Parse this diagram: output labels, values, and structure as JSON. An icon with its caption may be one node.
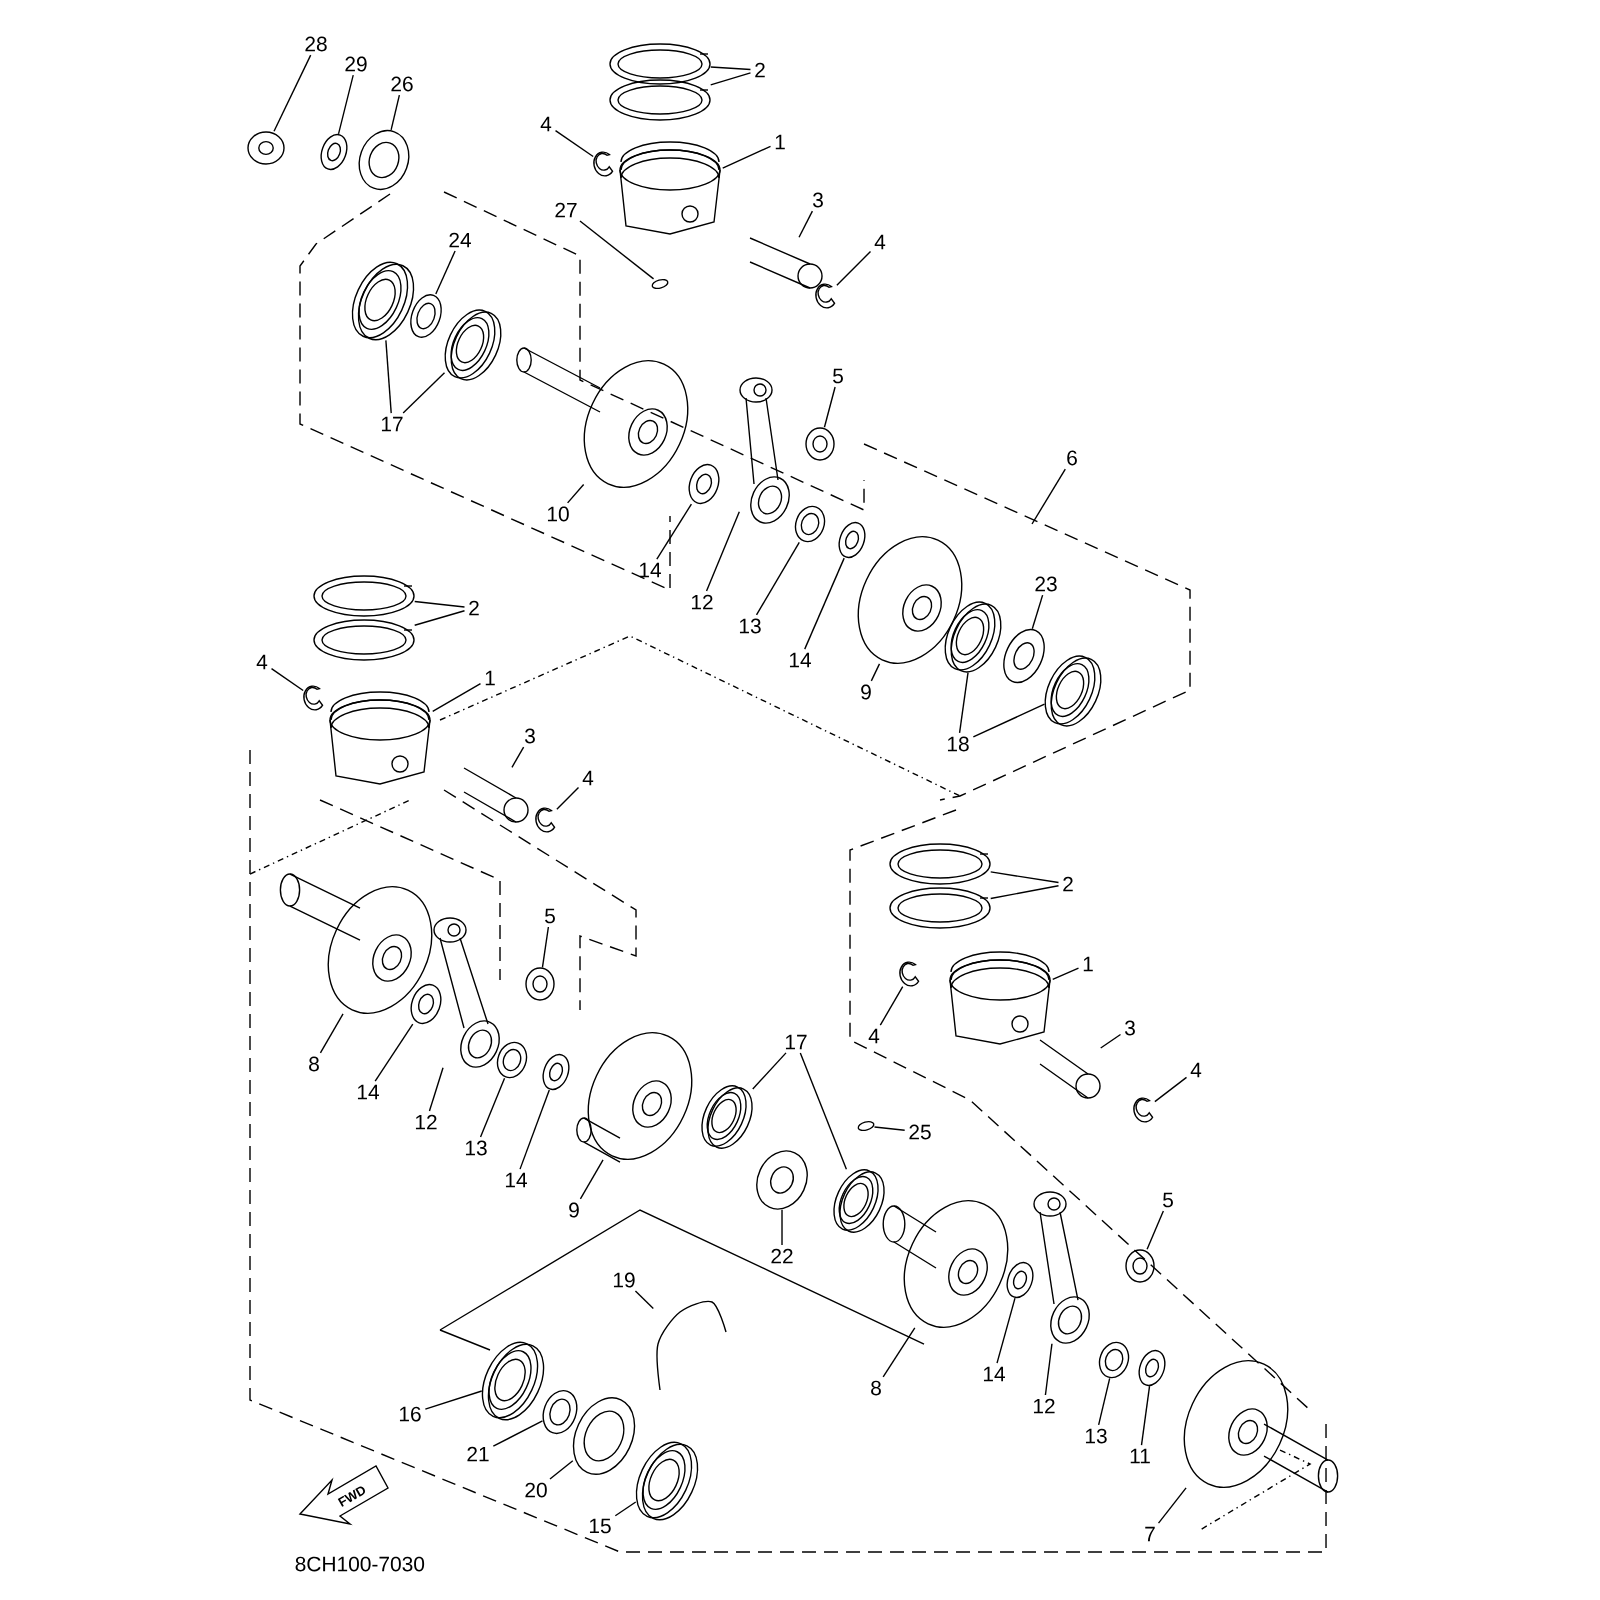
{
  "diagram": {
    "nodes": [
      {
        "text": [
          "28"
        ]
      },
      {
        "text": [
          "29"
        ]
      },
      {
        "text": [
          "26"
        ]
      },
      {
        "text": [
          "2"
        ]
      },
      {
        "text": [
          "4"
        ]
      },
      {
        "text": [
          "1"
        ]
      },
      {
        "text": [
          "3"
        ]
      },
      {
        "text": [
          "4"
        ]
      },
      {
        "text": [
          "27"
        ]
      },
      {
        "text": [
          "24"
        ]
      },
      {
        "text": [
          "17"
        ]
      },
      {
        "text": [
          "5"
        ]
      },
      {
        "text": [
          "10"
        ]
      },
      {
        "text": [
          "14"
        ]
      },
      {
        "text": [
          "12"
        ]
      },
      {
        "text": [
          "13"
        ]
      },
      {
        "text": [
          "14"
        ]
      },
      {
        "text": [
          "6"
        ]
      },
      {
        "text": [
          "9"
        ]
      },
      {
        "text": [
          "23"
        ]
      },
      {
        "text": [
          "18"
        ]
      },
      {
        "text": [
          "2"
        ]
      },
      {
        "text": [
          "4"
        ]
      },
      {
        "text": [
          "1"
        ]
      },
      {
        "text": [
          "3"
        ]
      },
      {
        "text": [
          "4"
        ]
      },
      {
        "text": [
          "5"
        ]
      },
      {
        "text": [
          "8"
        ]
      },
      {
        "text": [
          "14"
        ]
      },
      {
        "text": [
          "12"
        ]
      },
      {
        "text": [
          "13"
        ]
      },
      {
        "text": [
          "14"
        ]
      },
      {
        "text": [
          "9"
        ]
      },
      {
        "text": [
          "17"
        ]
      },
      {
        "text": [
          "25"
        ]
      },
      {
        "text": [
          "22"
        ]
      },
      {
        "text": [
          "2"
        ]
      },
      {
        "text": [
          "4"
        ]
      },
      {
        "text": [
          "1"
        ]
      },
      {
        "text": [
          "3"
        ]
      },
      {
        "text": [
          "4"
        ]
      },
      {
        "text": [
          "5"
        ]
      },
      {
        "text": [
          "8"
        ]
      },
      {
        "text": [
          "14"
        ]
      },
      {
        "text": [
          "12"
        ]
      },
      {
        "text": [
          "13"
        ]
      },
      {
        "text": [
          "11"
        ]
      },
      {
        "text": [
          "7"
        ]
      },
      {
        "text": [
          "19"
        ]
      },
      {
        "text": [
          "16"
        ]
      },
      {
        "text": [
          "21"
        ]
      },
      {
        "text": [
          "20"
        ]
      },
      {
        "text": [
          "15"
        ]
      },
      {
        "text": [],
        "shape": "picture"
      },
      {
        "text": [],
        "shape": "picture"
      },
      {
        "text": [],
        "shape": "picture"
      },
      {
        "text": [],
        "shape": "picture"
      },
      {
        "text": [],
        "shape": "picture"
      },
      {
        "text": [],
        "shape": "picture"
      },
      {
        "text": [],
        "shape": "picture"
      },
      {
        "text": [],
        "shape": "picture"
      },
      {
        "text": [],
        "shape": "picture"
      },
      {
        "text": [],
        "shape": "picture"
      },
      {
        "text": [],
        "shape": "picture"
      },
      {
        "text": [],
        "shape": "picture"
      },
      {
        "text": [],
        "shape": "picture"
      },
      {
        "text": [],
        "shape": "picture"
      },
      {
        "text": [],
        "shape": "picture"
      },
      {
        "text": [],
        "shape": "picture"
      },
      {
        "text": [],
        "shape": "picture"
      },
      {
        "text": [],
        "shape": "picture"
      },
      {
        "text": [],
        "shape": "picture"
      },
      {
        "text": [],
        "shape": "picture"
      },
      {
        "text": [],
        "shape": "picture"
      },
      {
        "text": [],
        "shape": "picture"
      },
      {
        "text": [],
        "shape": "picture"
      },
      {
        "text": [],
        "shape": "picture"
      },
      {
        "text": [],
        "shape": "picture"
      },
      {
        "text": [],
        "shape": "picture"
      },
      {
        "text": [],
        "shape": "picture"
      },
      {
        "text": [],
        "shape": "picture"
      },
      {
        "text": [],
        "shape": "picture"
      },
      {
        "text": [],
        "shape": "picture"
      },
      {
        "text": [],
        "shape": "picture"
      },
      {
        "text": [],
        "shape": "picture"
      },
      {
        "text": [],
        "shape": "picture"
      },
      {
        "text": [],
        "shape": "picture"
      },
      {
        "text": [],
        "shape": "picture"
      },
      {
        "text": [],
        "shape": "picture"
      },
      {
        "text": [],
        "shape": "picture"
      },
      {
        "text": [],
        "shape": "picture"
      },
      {
        "text": [],
        "shape": "picture"
      },
      {
        "text": [],
        "shape": "picture"
      },
      {
        "text": [],
        "shape": "picture"
      },
      {
        "text": [],
        "shape": "picture"
      },
      {
        "text": [],
        "shape": "picture"
      },
      {
        "text": [],
        "shape": "picture"
      },
      {
        "text": [],
        "shape": "picture"
      },
      {
        "text": [],
        "shape": "picture"
      },
      {
        "text": [],
        "shape": "picture"
      },
      {
        "text": [],
        "shape": "picture"
      },
      {
        "text": [],
        "shape": "picture"
      },
      {
        "text": [],
        "shape": "picture"
      },
      {
        "text": [],
        "shape": "picture"
      },
      {
        "text": [],
        "shape": "picture"
      },
      {
        "text": [],
        "shape": "picture"
      },
      {
        "text": [],
        "shape": "picture"
      },
      {
        "text": [],
        "shape": "picture"
      },
      {
        "text": [],
        "shape": "picture"
      },
      {
        "text": [],
        "shape": "picture"
      },
      {
        "text": [],
        "shape": "picture"
      }
    ],
    "edges": [
      {
        "from": 0,
        "to": 53,
        "arrow": "none"
      },
      {
        "from": 1,
        "to": 54,
        "arrow": "none"
      },
      {
        "from": 2,
        "to": 55,
        "arrow": "none"
      },
      {
        "from": 3,
        "to": 56,
        "arrow": "none"
      },
      {
        "from": 3,
        "to": 57,
        "arrow": "none"
      },
      {
        "from": 4,
        "to": 58,
        "arrow": "none"
      },
      {
        "from": 5,
        "to": 59,
        "arrow": "none"
      },
      {
        "from": 6,
        "to": 60,
        "arrow": "none"
      },
      {
        "from": 7,
        "to": 61,
        "arrow": "none"
      },
      {
        "from": 8,
        "to": 62,
        "arrow": "none"
      },
      {
        "from": 9,
        "to": 63,
        "arrow": "none"
      },
      {
        "from": 10,
        "to": 64,
        "arrow": "none"
      },
      {
        "from": 10,
        "to": 65,
        "arrow": "none"
      },
      {
        "from": 11,
        "to": 66,
        "arrow": "none"
      },
      {
        "from": 12,
        "to": 67,
        "arrow": "none"
      },
      {
        "from": 13,
        "to": 68,
        "arrow": "none"
      },
      {
        "from": 14,
        "to": 69,
        "arrow": "none"
      },
      {
        "from": 15,
        "to": 70,
        "arrow": "none"
      },
      {
        "from": 16,
        "to": 71,
        "arrow": "none"
      },
      {
        "from": 17,
        "to": null,
        "arrow": "none"
      },
      {
        "from": 18,
        "to": 72,
        "arrow": "none"
      },
      {
        "from": 19,
        "to": 73,
        "arrow": "none"
      },
      {
        "from": 20,
        "to": 74,
        "arrow": "none"
      },
      {
        "from": 20,
        "to": 75,
        "arrow": "none"
      },
      {
        "from": 21,
        "to": 76,
        "arrow": "none"
      },
      {
        "from": 21,
        "to": 77,
        "arrow": "none"
      },
      {
        "from": 22,
        "to": 78,
        "arrow": "none"
      },
      {
        "from": 23,
        "to": 79,
        "arrow": "none"
      },
      {
        "from": 24,
        "to": 80,
        "arrow": "none"
      },
      {
        "from": 25,
        "to": 81,
        "arrow": "none"
      },
      {
        "from": 26,
        "to": 82,
        "arrow": "none"
      },
      {
        "from": 27,
        "to": 83,
        "arrow": "none"
      },
      {
        "from": 28,
        "to": 84,
        "arrow": "none"
      },
      {
        "from": 29,
        "to": 85,
        "arrow": "none"
      },
      {
        "from": 30,
        "to": 86,
        "arrow": "none"
      },
      {
        "from": 31,
        "to": 87,
        "arrow": "none"
      },
      {
        "from": 32,
        "to": 88,
        "arrow": "none"
      },
      {
        "from": 33,
        "to": 89,
        "arrow": "none"
      },
      {
        "from": 33,
        "to": 90,
        "arrow": "none"
      },
      {
        "from": 34,
        "to": 91,
        "arrow": "none"
      },
      {
        "from": 35,
        "to": 92,
        "arrow": "none"
      },
      {
        "from": 36,
        "to": 93,
        "arrow": "none"
      },
      {
        "from": 36,
        "to": 94,
        "arrow": "none"
      },
      {
        "from": 37,
        "to": 95,
        "arrow": "none"
      },
      {
        "from": 38,
        "to": 96,
        "arrow": "none"
      },
      {
        "from": 39,
        "to": 97,
        "arrow": "none"
      },
      {
        "from": 40,
        "to": 98,
        "arrow": "none"
      },
      {
        "from": 41,
        "to": 99,
        "arrow": "none"
      },
      {
        "from": 42,
        "to": 100,
        "arrow": "none"
      },
      {
        "from": 43,
        "to": 101,
        "arrow": "none"
      },
      {
        "from": 44,
        "to": 102,
        "arrow": "none"
      },
      {
        "from": 45,
        "to": 103,
        "arrow": "none"
      },
      {
        "from": 46,
        "to": 104,
        "arrow": "none"
      },
      {
        "from": 47,
        "to": 105,
        "arrow": "none"
      },
      {
        "from": 48,
        "to": 106,
        "arrow": "none"
      },
      {
        "from": 49,
        "to": 107,
        "arrow": "none"
      },
      {
        "from": 50,
        "to": 108,
        "arrow": "none"
      },
      {
        "from": 51,
        "to": 109,
        "arrow": "none"
      },
      {
        "from": 52,
        "to": 110,
        "arrow": "none"
      }
    ],
    "labels": [
      "FWD",
      "8CH100-7030"
    ]
  }
}
